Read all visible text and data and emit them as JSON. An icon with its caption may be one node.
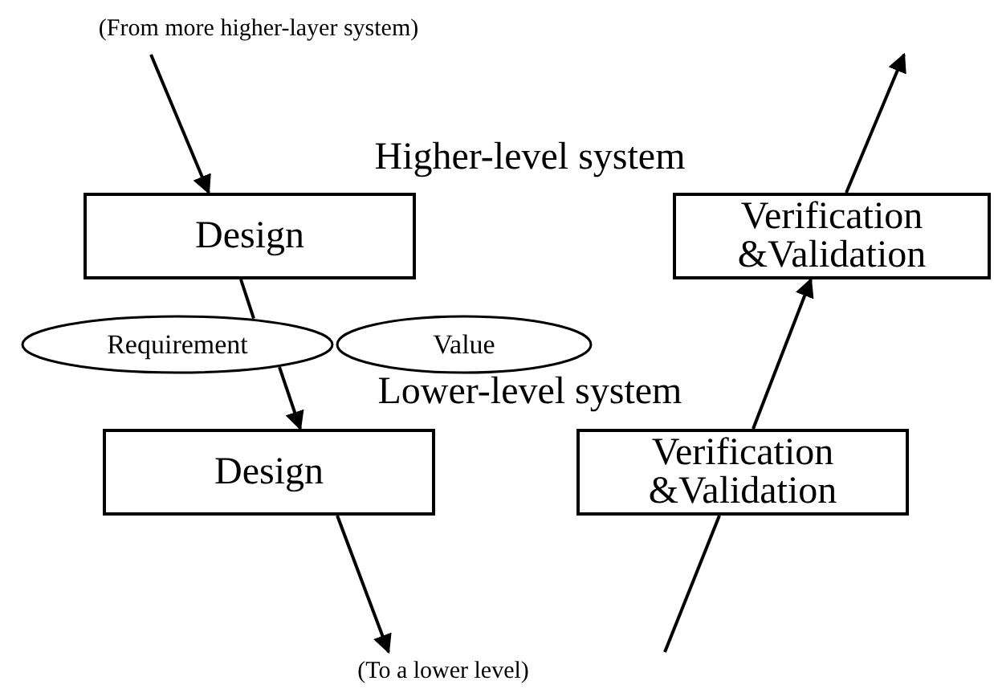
{
  "diagram": {
    "nodes": [
      {
        "text": [
          "(From more higher-layer system)"
        ]
      },
      {
        "text": [
          "Design"
        ]
      },
      {
        "text": [
          "Verification &Validation"
        ]
      },
      {
        "text": [
          "Requirement"
        ]
      },
      {
        "text": [
          "Value"
        ]
      },
      {
        "text": [
          "Design"
        ]
      },
      {
        "text": [
          "Verification &Validation"
        ]
      },
      {
        "text": [
          "(To a lower level)"
        ]
      }
    ],
    "edges": [
      {
        "from": 0,
        "to": 1,
        "arrow": "to"
      },
      {
        "from": 1,
        "to": 3,
        "arrow": "none"
      },
      {
        "from": 3,
        "to": 5,
        "arrow": "to"
      },
      {
        "from": 5,
        "to": 7,
        "arrow": "to"
      },
      {
        "from": null,
        "to": 6,
        "arrow": "none"
      },
      {
        "from": 6,
        "to": 2,
        "arrow": "to"
      },
      {
        "from": 2,
        "to": null,
        "arrow": "to"
      }
    ],
    "labels": [
      "Higher-level system",
      "Lower-level system"
    ]
  }
}
